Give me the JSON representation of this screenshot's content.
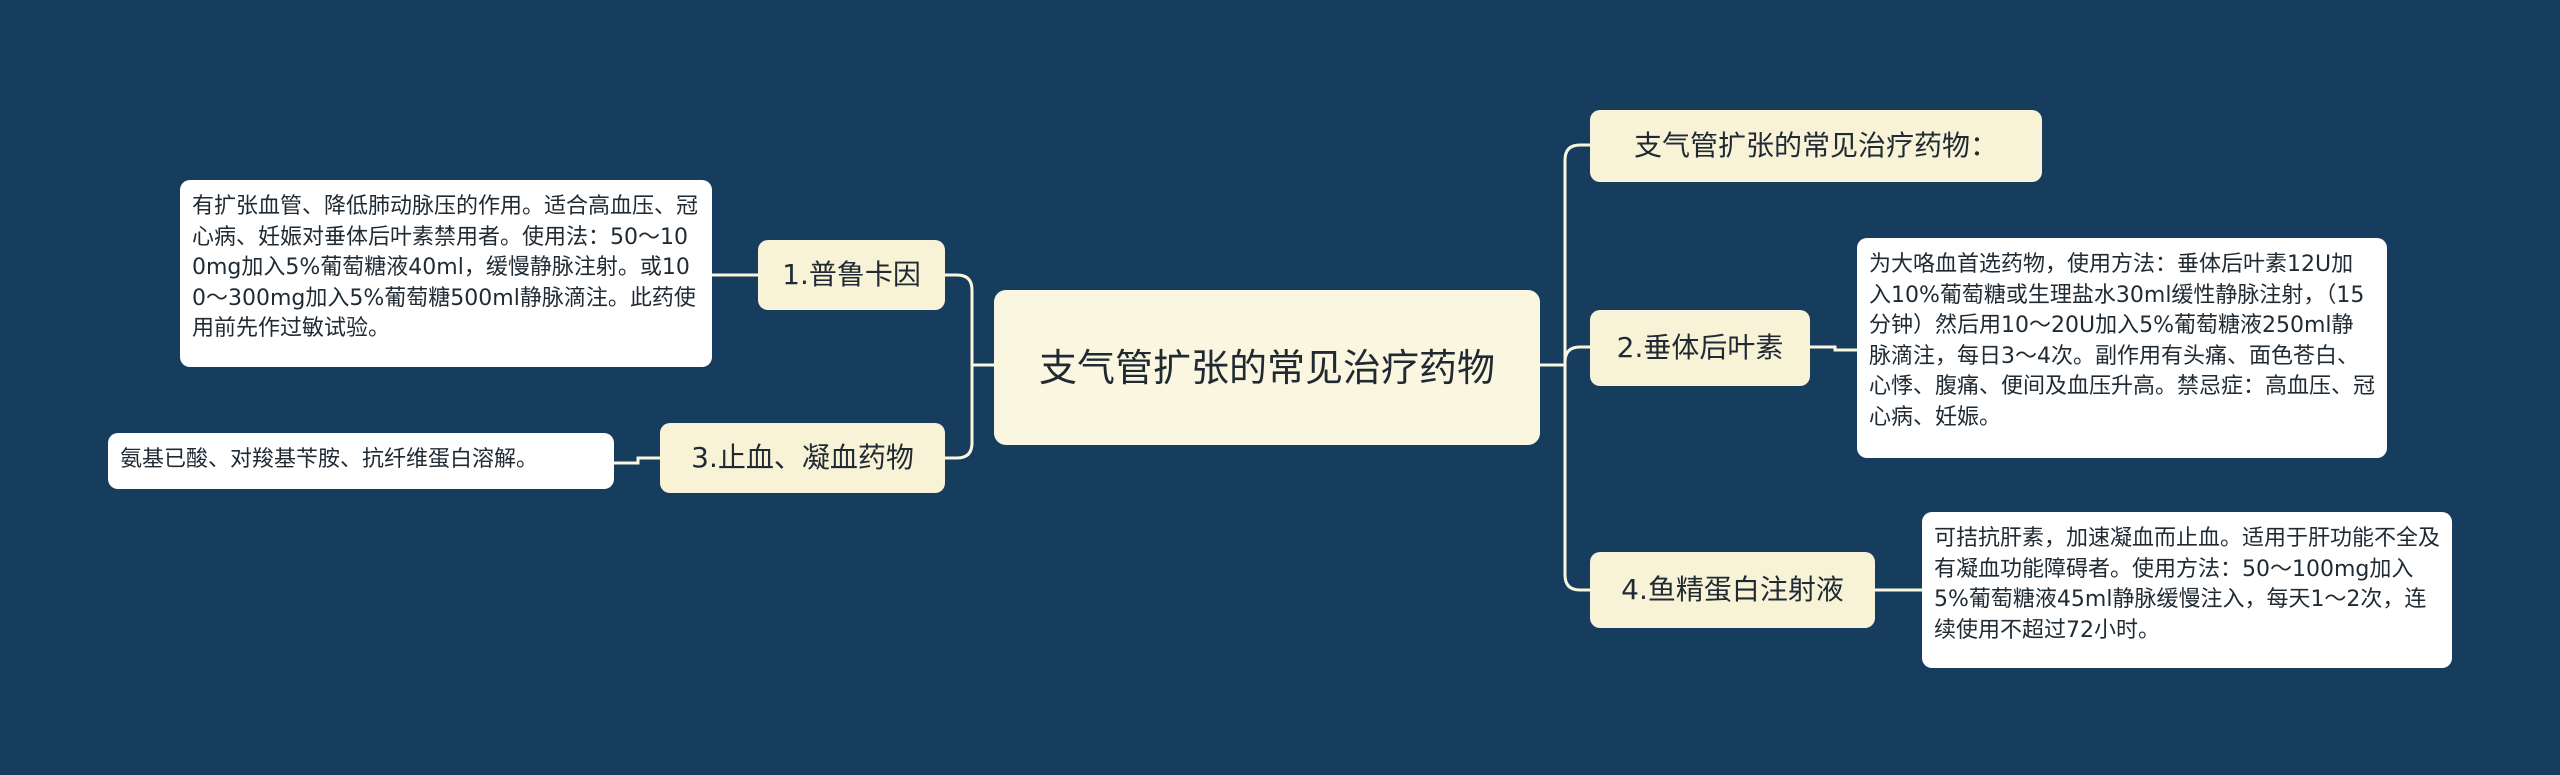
{
  "root": {
    "title": "支气管扩张的常见治疗药物"
  },
  "branches": [
    {
      "label": "1.普鲁卡因",
      "detail": "有扩张血管、降低肺动脉压的作用。适合高血压、冠心病、妊娠对垂体后叶素禁用者。使用法：50～100mg加入5%葡萄糖液40ml，缓慢静脉注射。或100～300mg加入5%葡萄糖500ml静脉滴注。此药使用前先作过敏试验。"
    },
    {
      "label": "3.止血、凝血药物",
      "detail": "氨基已酸、对羧基苄胺、抗纤维蛋白溶解。"
    },
    {
      "label": "支气管扩张的常见治疗药物："
    },
    {
      "label": "2.垂体后叶素",
      "detail": "为大咯血首选药物，使用方法：垂体后叶素12U加入10%葡萄糖或生理盐水30ml缓性静脉注射，（15分钟）然后用10～20U加入5%葡萄糖液250ml静脉滴注，每日3～4次。副作用有头痛、面色苍白、心悸、腹痛、便间及血压升高。禁忌症：高血压、冠心病、妊娠。"
    },
    {
      "label": "4.鱼精蛋白注射液",
      "detail": "可拮抗肝素，加速凝血而止血。适用于肝功能不全及有凝血功能障碍者。使用方法：50～100mg加入5%葡萄糖液45ml静脉缓慢注入，每天1～2次，连续使用不超过72小时。"
    }
  ],
  "colors": {
    "background": "#173d5e",
    "link": "#fbf6df",
    "root_fill": "#fbf6df",
    "branch_fill": "#f8f2d7",
    "leaf_fill": "#ffffff"
  }
}
